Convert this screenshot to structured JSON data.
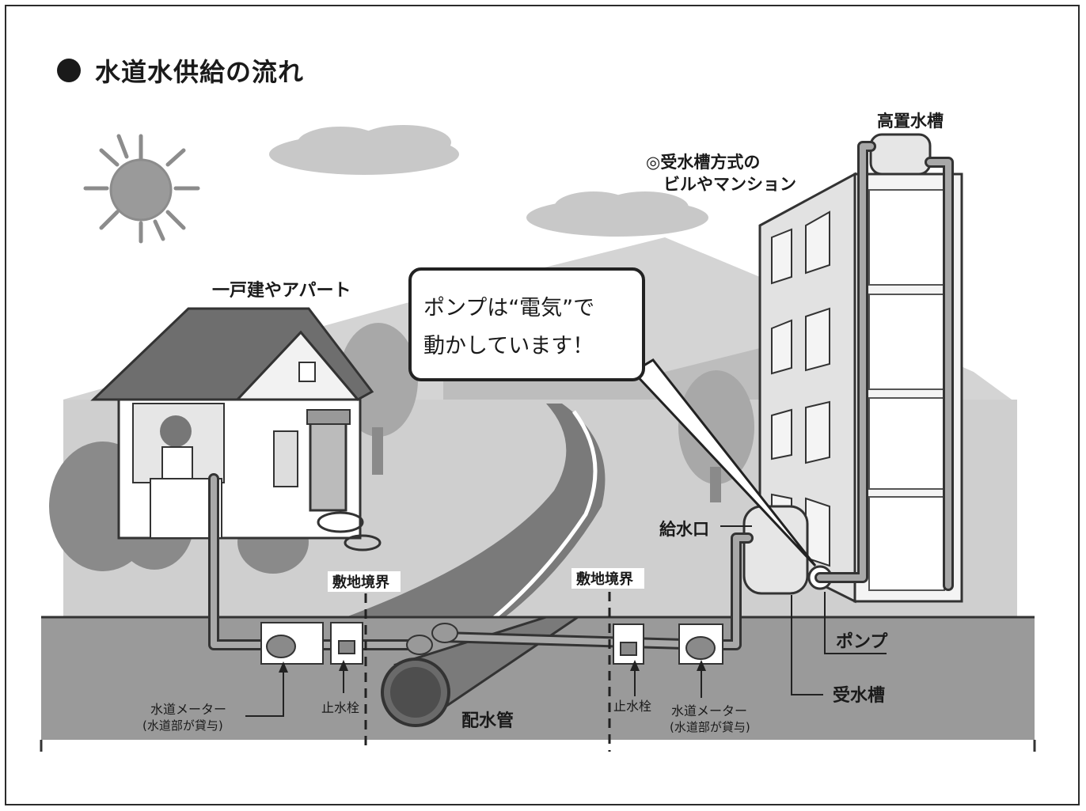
{
  "title": "水道水供給の流れ",
  "labels": {
    "house": "一戸建やアパート",
    "building_line1": "◎受水槽方式の",
    "building_line2": "ビルやマンション",
    "elevated_tank": "高置水槽",
    "supply_port": "給水口",
    "boundary_left": "敷地境界",
    "boundary_right": "敷地境界",
    "pump": "ポンプ",
    "receiving_tank": "受水槽",
    "main_pipe": "配水管",
    "stop_valve_left": "止水栓",
    "stop_valve_right": "止水栓",
    "meter_left_line1": "水道メーター",
    "meter_left_line2": "(水道部が貸与)",
    "meter_right_line1": "水道メーター",
    "meter_right_line2": "(水道部が貸与)"
  },
  "callout": {
    "line1": "ポンプは“電気”で",
    "line2": "動かしています！"
  }
}
